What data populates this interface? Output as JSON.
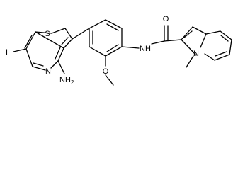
{
  "molecule": {
    "atom_labels": {
      "iodine": "I",
      "thiophene_sulfur": "S",
      "pyridine_nitrogen": "N",
      "amino": "NH",
      "amino_subscript": "2",
      "methoxy_oxygen": "O",
      "amide_nh": "NH",
      "carbonyl_oxygen": "O",
      "indole_nitrogen": "N"
    }
  }
}
